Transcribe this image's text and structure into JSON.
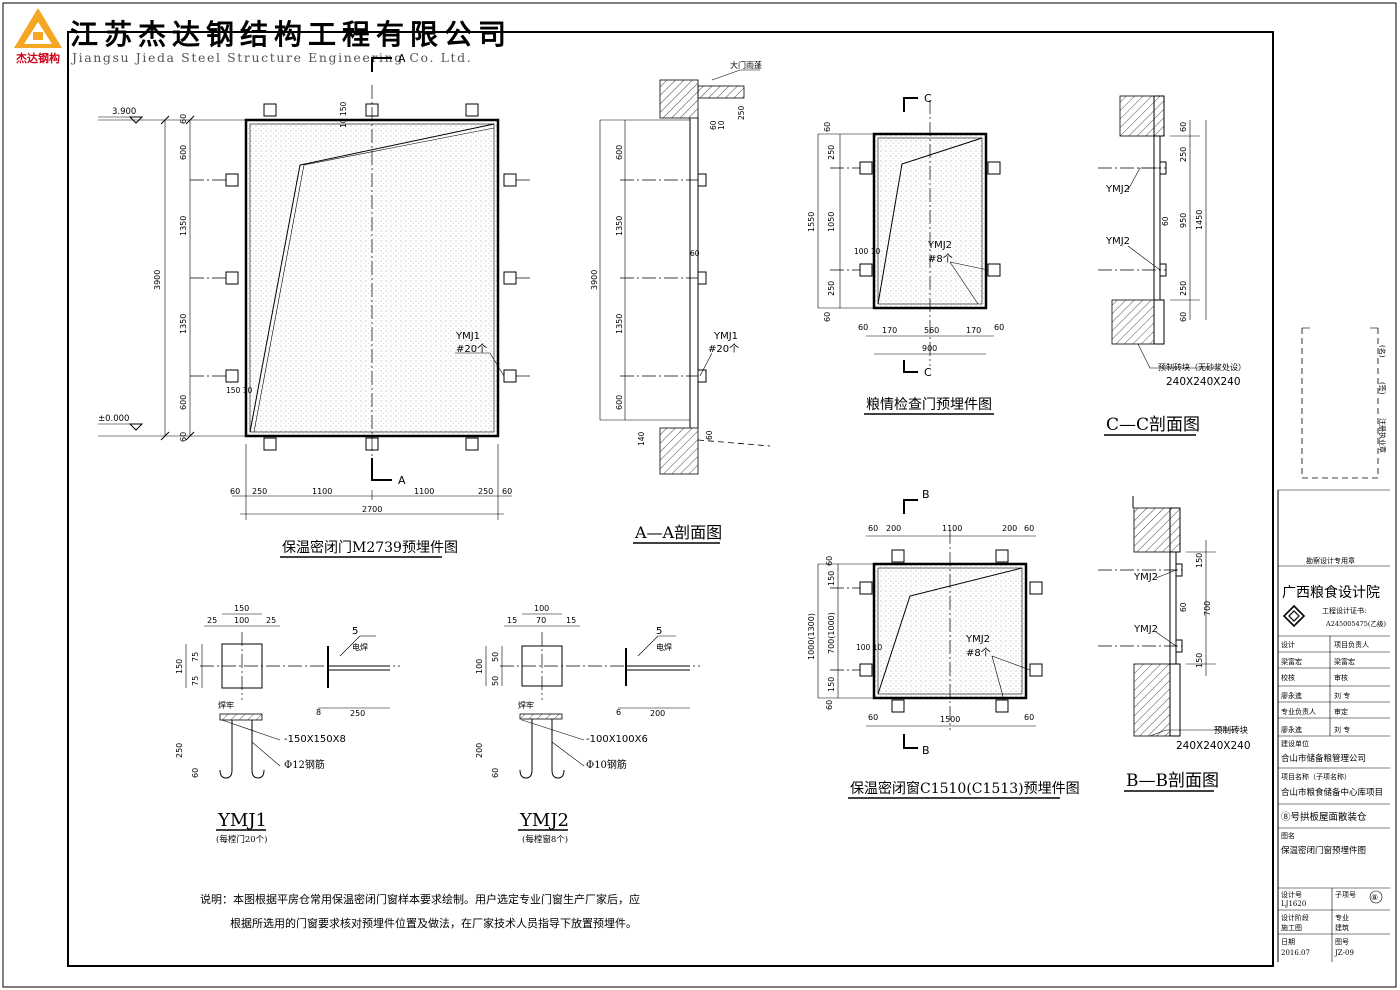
{
  "company": {
    "name_cn": "江苏杰达钢结构工程有限公司",
    "name_en": "Jiangsu Jieda Steel Structure Engineering Co. Ltd.",
    "logo_text": "杰达钢构",
    "logo_color": "#f5a623",
    "logo_text_color": "#d0021b"
  },
  "drawings": {
    "door_m2739": {
      "title": "保温密闭门M2739预埋件图",
      "elev_top": "3.900",
      "elev_bottom": "±0.000",
      "section_mark": "A",
      "dims_v": [
        "60",
        "600",
        "1350",
        "1350",
        "600",
        "60"
      ],
      "dim_total_v": "3900",
      "dims_h": [
        "60",
        "250",
        "1100",
        "1100",
        "250",
        "60"
      ],
      "dim_total_h": "2700",
      "top_dim": "10 150",
      "corner_dim": "150 10",
      "embed_label": "YMJ1",
      "embed_count": "#20个"
    },
    "section_aa": {
      "title": "A—A剖面图",
      "canopy": "大门雨蓬",
      "dims_v": [
        "600",
        "1350",
        "1350",
        "600"
      ],
      "dim_total": "3900",
      "small": [
        "250",
        "60",
        "10",
        "60",
        "140",
        "60"
      ],
      "embed_label": "YMJ1",
      "embed_count": "#20个"
    },
    "inspect_door": {
      "title": "粮情检查门预埋件图",
      "section_mark": "C",
      "dims_v": [
        "60",
        "250",
        "1050",
        "250",
        "60"
      ],
      "dim_total_v": "1550",
      "dims_h": [
        "60",
        "170",
        "560",
        "170",
        "60"
      ],
      "dim_total_h": "900",
      "small": "100 10",
      "embed_label": "YMJ2",
      "embed_count": "#8个"
    },
    "section_cc": {
      "title": "C—C剖面图",
      "dims": [
        "60",
        "250",
        "950",
        "250",
        "60"
      ],
      "dim_total": "1450",
      "mid": "60",
      "labels": [
        "YMJ2",
        "YMJ2"
      ],
      "brick": "预制砖块（无砂浆处设）",
      "brick_size": "240X240X240"
    },
    "window_c1510": {
      "title": "保温密闭窗C1510(C1513)预埋件图",
      "section_mark": "B",
      "dims_h": [
        "60",
        "200",
        "1100",
        "200",
        "60"
      ],
      "dims_v": [
        "60",
        "150",
        "700(1000)",
        "150",
        "60"
      ],
      "dim_total_v": "1000(1300)",
      "bottom_dims": [
        "60",
        "1500",
        "60"
      ],
      "small": "100 10",
      "embed_label": "YMJ2",
      "embed_count": "#8个"
    },
    "section_bb": {
      "title": "B—B剖面图",
      "dims": [
        "150",
        "700",
        "150"
      ],
      "mid": "60",
      "labels": [
        "YMJ2",
        "YMJ2"
      ],
      "brick": "预制砖块",
      "brick_size": "240X240X240"
    },
    "ymj1": {
      "title": "YMJ1",
      "subtitle": "(每樘门20个)",
      "dims_top": [
        "150",
        "25",
        "100",
        "25"
      ],
      "dims_side": [
        "150",
        "75",
        "75"
      ],
      "weld_num": "5",
      "weld": "电焊",
      "weld_label": "焊牢",
      "plate": "-150X150X8",
      "bar": "Φ12钢筋",
      "dims": [
        "8",
        "250",
        "250",
        "60"
      ]
    },
    "ymj2": {
      "title": "YMJ2",
      "subtitle": "(每樘窗8个)",
      "dims_top": [
        "100",
        "15",
        "70",
        "15"
      ],
      "dims_side": [
        "100",
        "50",
        "50"
      ],
      "weld_num": "5",
      "weld": "电焊",
      "weld_label": "焊牢",
      "plate": "-100X100X6",
      "bar": "Φ10钢筋",
      "dims": [
        "6",
        "200",
        "200",
        "60"
      ]
    }
  },
  "notes": {
    "line1": "说明：本图根据平房仓常用保温密闭门窗样本要求绘制。用户选定专业门窗生产厂家后，应",
    "line2": "根据所选用的门窗要求核对预埋件位置及做法，在厂家技术人员指导下放置预埋件。"
  },
  "title_block": {
    "stamp_area": "勘察设计专用章",
    "side_labels": [
      "(名)",
      "(签)",
      "注册执业章"
    ],
    "institute": "广西粮食设计院",
    "cert_label": "工程设计证书:",
    "cert_no": "A245005475(乙级)",
    "rows": [
      [
        "设计",
        "项目负责人"
      ],
      [
        "梁富宏",
        "梁富宏"
      ],
      [
        "校核",
        "审核"
      ],
      [
        "廖永進",
        "刘 专"
      ],
      [
        "专业负责人",
        "审定"
      ],
      [
        "廖永進",
        "刘 专"
      ]
    ],
    "client_label": "建设单位",
    "client": "合山市储备粮管理公司",
    "project_label": "项目名称（子项名称）",
    "project": "合山市粮食储备中心库项目",
    "subproject": "⑧号拱板屋面散装仓",
    "drawing_name_label": "图名",
    "drawing_name": "保温密闭门窗预埋件图",
    "design_no_label": "设计号",
    "design_no": "LJ1620",
    "sub_no_label": "子项号",
    "sub_no": "⑧",
    "stage_label": "设计阶段",
    "stage": "施工图",
    "discipline_label": "专业",
    "discipline": "建筑",
    "date_label": "日期",
    "date": "2016.07",
    "sheet_label": "图号",
    "sheet": "JZ-09"
  }
}
